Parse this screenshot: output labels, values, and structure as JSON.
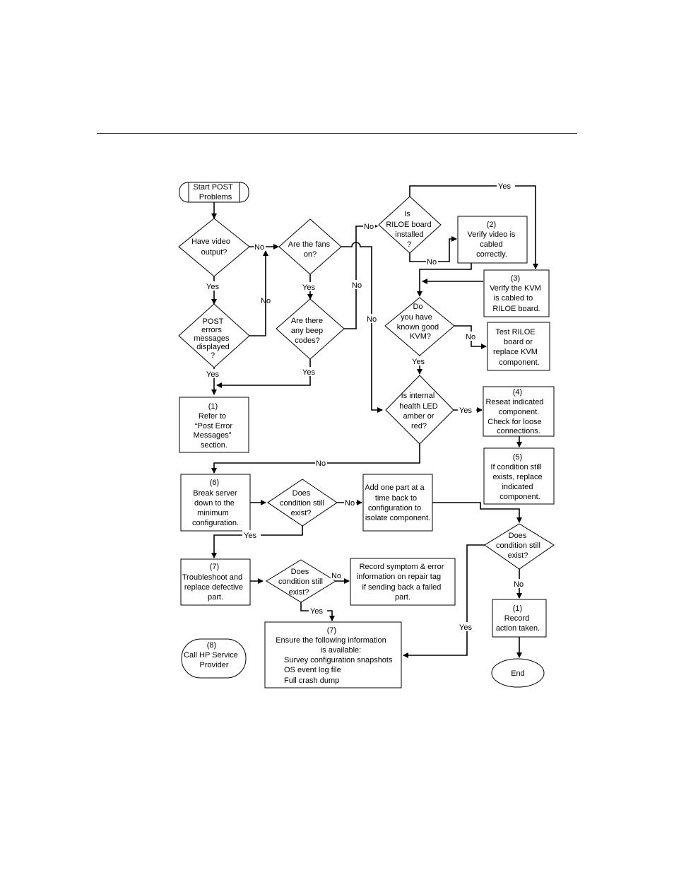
{
  "nodes": {
    "start": [
      "Start POST",
      "Problems"
    ],
    "have_video": [
      "Have video",
      "output?"
    ],
    "post_errors": [
      "POST",
      "errors",
      "messages",
      "displayed",
      "?"
    ],
    "fans_on": [
      "Are the fans",
      "on?"
    ],
    "beep_codes": [
      "Are there",
      "any beep",
      "codes?"
    ],
    "refer_post": [
      "(1)",
      "Refer to",
      "“Post Error",
      "Messages”",
      "section."
    ],
    "riloe_installed": [
      "Is",
      "RILOE board",
      "installed",
      "?"
    ],
    "verify_video": [
      "(2)",
      "Verify video is",
      "cabled",
      "correctly."
    ],
    "verify_kvm": [
      "(3)",
      "Verify the KVM",
      "is cabled to",
      "RILOE board."
    ],
    "known_kvm": [
      "Do",
      "you have",
      "known good",
      "KVM?"
    ],
    "test_riloe": [
      "Test RILOE",
      "board or",
      "replace KVM",
      "component."
    ],
    "health_led": [
      "Is internal",
      "health LED",
      "amber or",
      "red?"
    ],
    "reseat": [
      "(4)",
      "Reseat indicated",
      "component.",
      "Check for loose",
      "connections."
    ],
    "replace_indicated": [
      "(5)",
      "If condition still",
      "exists, replace",
      "indicated",
      "component."
    ],
    "break_down": [
      "(6)",
      "Break server",
      "down to the",
      "minimum",
      "configuration."
    ],
    "exist_1": [
      "Does",
      "condition still",
      "exist?"
    ],
    "add_part": [
      "Add one part at a",
      "time back to",
      "configuration to",
      "isolate component."
    ],
    "exist_right": [
      "Does",
      "condition still",
      "exist?"
    ],
    "troubleshoot": [
      "(7)",
      "Troubleshoot and",
      "replace defective",
      "part."
    ],
    "exist_2": [
      "Does",
      "condition still",
      "exist?"
    ],
    "record_symptom": [
      "Record symptom & error",
      "information on repair tag",
      "if sending back a failed",
      "part."
    ],
    "record_action": [
      "(1)",
      "Record",
      "action taken."
    ],
    "ensure_info": [
      "(7)",
      "Ensure the following information",
      "is available:",
      "Survey configuration snapshots",
      "OS event log file",
      "Full crash dump"
    ],
    "call_hp": [
      "(8)",
      "Call HP Service",
      "Provider"
    ],
    "end": [
      "End"
    ]
  },
  "edge_labels": {
    "video_no": "No",
    "video_yes": "Yes",
    "errors_no": "No",
    "errors_yes": "Yes",
    "fans_no": "No",
    "fans_yes": "Yes",
    "beep_no": "No",
    "beep_yes": "Yes",
    "riloe_no_in": "No",
    "riloe_yes": "Yes",
    "riloe_no": "No",
    "kvm_no": "No",
    "kvm_yes": "Yes",
    "led_yes": "Yes",
    "led_no": "No",
    "exist1_no": "No",
    "exist1_yes": "Yes",
    "exist2_no": "No",
    "exist2_yes": "Yes",
    "right_no": "No",
    "right_yes": "Yes"
  }
}
